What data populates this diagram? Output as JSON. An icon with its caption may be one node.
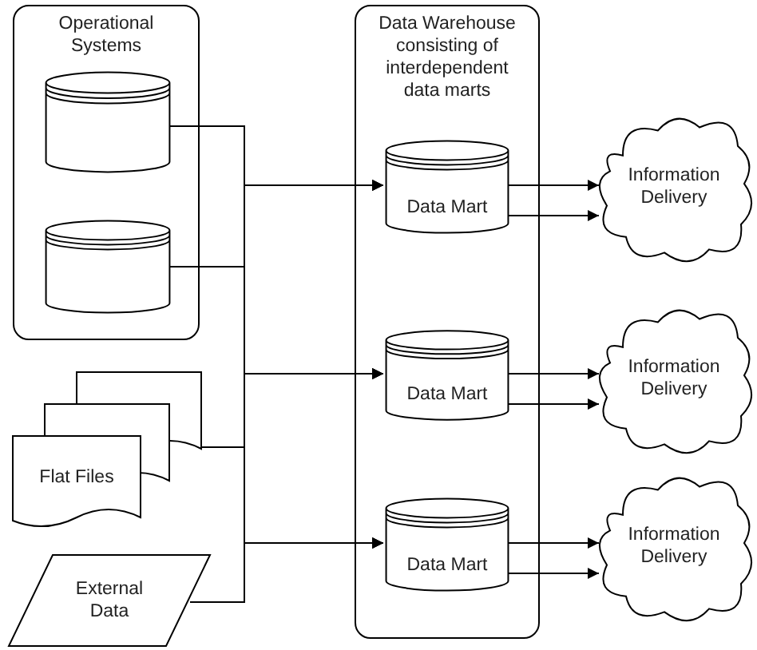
{
  "diagram": {
    "nodes": [
      {
        "text": [
          "Operational Systems"
        ]
      },
      {
        "text": [],
        "shape": "cylinder",
        "in": 0
      },
      {
        "text": [],
        "shape": "cylinder",
        "in": 0
      },
      {
        "text": [
          "Flat Files"
        ]
      },
      {
        "text": [
          "External Data"
        ]
      },
      {
        "text": [
          "Data Warehouse consisting of interdependent data marts"
        ]
      },
      {
        "text": [
          "Data Mart"
        ],
        "in": 5
      },
      {
        "text": [
          "Data Mart"
        ],
        "in": 5
      },
      {
        "text": [
          "Data Mart"
        ],
        "in": 5
      },
      {
        "text": [
          "Information Delivery"
        ]
      },
      {
        "text": [
          "Information Delivery"
        ]
      },
      {
        "text": [
          "Information Delivery"
        ]
      }
    ],
    "edges": [
      {
        "from": 1,
        "to": 6,
        "arrow": "to"
      },
      {
        "from": 1,
        "to": 7,
        "arrow": "to"
      },
      {
        "from": 1,
        "to": 8,
        "arrow": "to"
      },
      {
        "from": 2,
        "to": 6,
        "arrow": "to"
      },
      {
        "from": 2,
        "to": 7,
        "arrow": "to"
      },
      {
        "from": 2,
        "to": 8,
        "arrow": "to"
      },
      {
        "from": 3,
        "to": 6,
        "arrow": "to"
      },
      {
        "from": 3,
        "to": 7,
        "arrow": "to"
      },
      {
        "from": 3,
        "to": 8,
        "arrow": "to"
      },
      {
        "from": 4,
        "to": 6,
        "arrow": "to"
      },
      {
        "from": 4,
        "to": 7,
        "arrow": "to"
      },
      {
        "from": 4,
        "to": 8,
        "arrow": "to"
      },
      {
        "from": 6,
        "to": 9,
        "arrow": "to"
      },
      {
        "from": 6,
        "to": 9,
        "arrow": "to"
      },
      {
        "from": 7,
        "to": 10,
        "arrow": "to"
      },
      {
        "from": 7,
        "to": 10,
        "arrow": "to"
      },
      {
        "from": 8,
        "to": 11,
        "arrow": "to"
      },
      {
        "from": 8,
        "to": 11,
        "arrow": "to"
      }
    ]
  }
}
